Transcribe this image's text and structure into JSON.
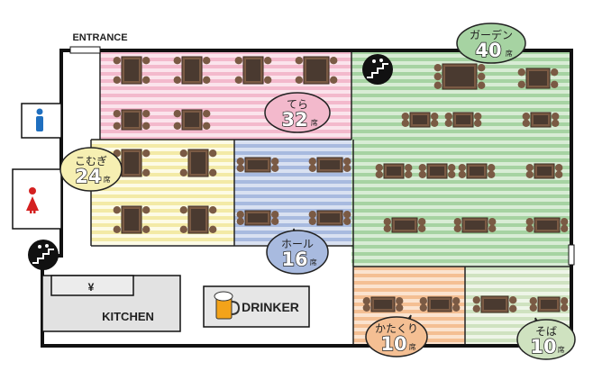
{
  "labels": {
    "entrance": "ENTRANCE",
    "kitchen": "KITCHEN",
    "drinker": "DRINKER",
    "yen": "¥"
  },
  "sections": [
    {
      "id": "tera",
      "name": "てら",
      "count": "32",
      "unit": "席",
      "color": "#f3b9cc"
    },
    {
      "id": "komugi",
      "name": "こむぎ",
      "count": "24",
      "unit": "席",
      "color": "#f6efb2"
    },
    {
      "id": "hall",
      "name": "ホール",
      "count": "16",
      "unit": "席",
      "color": "#a8badf"
    },
    {
      "id": "garden",
      "name": "ガーデン",
      "count": "40",
      "unit": "席",
      "color": "#a6d3a2"
    },
    {
      "id": "katakuri",
      "name": "かたくり",
      "count": "10",
      "unit": "席",
      "color": "#f4bf93"
    },
    {
      "id": "soba",
      "name": "そば",
      "count": "10",
      "unit": "席",
      "color": "#cfe2c0"
    }
  ],
  "icons": {
    "male_restroom": "male-restroom-icon",
    "female_restroom": "female-restroom-icon",
    "stairs": "stairs-icon",
    "beer": "beer-mug-icon"
  },
  "colors": {
    "wall": "#111111",
    "table": "#7a5a44",
    "chair": "#7a5a44",
    "kitchen": "#e2e2e2",
    "male": "#1f6fbf",
    "female": "#d42020"
  }
}
